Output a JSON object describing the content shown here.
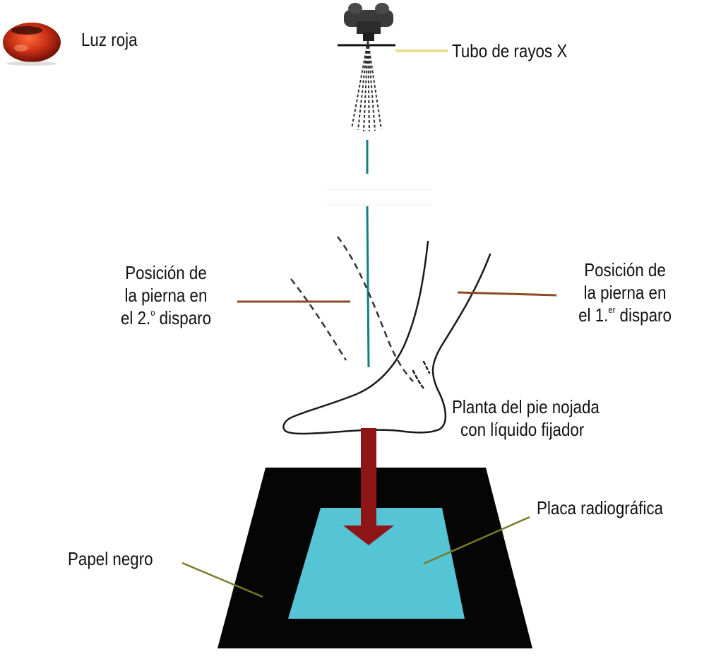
{
  "labels": {
    "luz_roja": "Luz roja",
    "tubo_rayos_x": "Tubo de rayos X",
    "second_shot": {
      "line1": "Posición de",
      "line2": "la pierna en",
      "line3_prefix": "el 2.",
      "line3_sup": "o",
      "line3_suffix": " disparo"
    },
    "first_shot": {
      "line1": "Posición de",
      "line2": "la pierna en",
      "line3_prefix": "el 1.",
      "line3_sup": "er",
      "line3_suffix": " disparo"
    },
    "planta": {
      "line1": "Planta del pie nojada",
      "line2": "con líquido fijador"
    },
    "placa": "Placa radiográfica",
    "papel": "Papel negro"
  },
  "colors": {
    "red_light": "#c0301a",
    "tube_body": "#3a3a3a",
    "beam_line": "#117f86",
    "leader_yellow": "#e6e08a",
    "leader_brown": "#8b4a22",
    "leader_olive": "#7a7a2a",
    "arrow": "#8e1616",
    "black_paper": "#050505",
    "xray_plate": "#55c5d6",
    "outline": "#1a1a1a"
  }
}
